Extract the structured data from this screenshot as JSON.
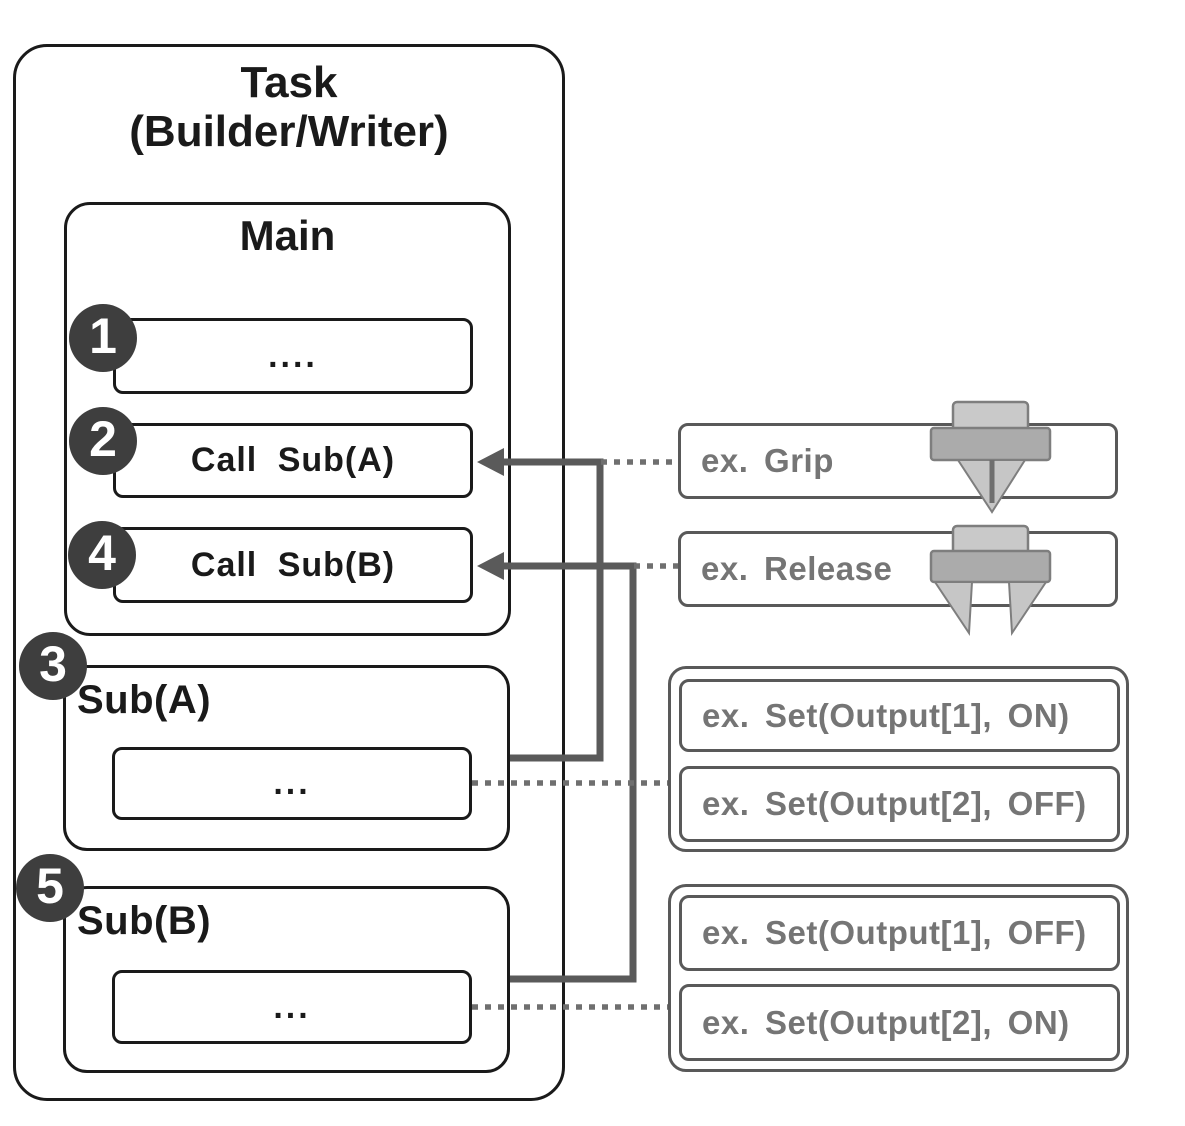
{
  "colors": {
    "box_border_dark": "#1a1a1a",
    "gray_border": "#595959",
    "gray_text": "#757575",
    "badge_fill": "#3e3e3e",
    "badge_text": "#ffffff",
    "connector_solid": "#5a5a5a",
    "connector_dotted": "#6f6f6f",
    "icon_light_fill": "#c9c9c9",
    "icon_mid_fill": "#ababab",
    "icon_stroke": "#7e7e7e"
  },
  "diagram": {
    "task": {
      "title_line1": "Task",
      "title_line2": "(Builder/Writer)",
      "main": {
        "title": "Main",
        "rows": [
          {
            "badge": "1",
            "label": "...."
          },
          {
            "badge": "2",
            "label": "Call Sub(A)"
          },
          {
            "badge": "4",
            "label": "Call Sub(B)"
          }
        ]
      },
      "subroutines": [
        {
          "badge": "3",
          "title": "Sub(A)",
          "body": "..."
        },
        {
          "badge": "5",
          "title": "Sub(B)",
          "body": "..."
        }
      ]
    },
    "examples": {
      "grip": {
        "label": "ex. Grip",
        "icon": "gripper-closed-icon"
      },
      "release": {
        "label": "ex. Release",
        "icon": "gripper-open-icon"
      },
      "sub_a_outputs": [
        "ex. Set(Output[1], ON)",
        "ex. Set(Output[2], OFF)"
      ],
      "sub_b_outputs": [
        "ex. Set(Output[1], OFF)",
        "ex. Set(Output[2], ON)"
      ]
    }
  }
}
